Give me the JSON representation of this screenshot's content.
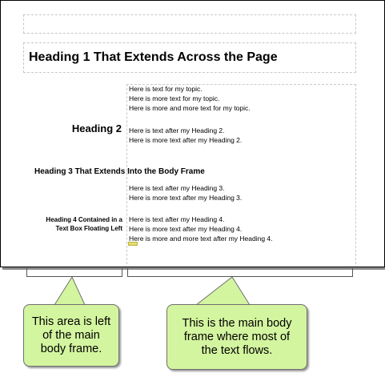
{
  "header_frame": {},
  "heading1": "Heading 1 That Extends Across the Page",
  "topic_lines": [
    "Here is text for my topic.",
    "Here is more text for my topic.",
    "Here is more and more text for my topic."
  ],
  "heading2": "Heading 2",
  "heading2_lines": [
    "Here is text after my Heading 2.",
    "Here is more text after my Heading 2."
  ],
  "heading3": "Heading 3 That Extends Into the Body Frame",
  "heading3_lines": [
    "Here is text after my Heading 3.",
    "Here is more text after my Heading 3."
  ],
  "heading4": [
    "Heading 4 Contained in a",
    "Text Box Floating Left"
  ],
  "heading4_lines": [
    "Here is text after my Heading 4.",
    "Here is more text after my Heading 4.",
    "Here is more and more text after my Heading 4."
  ],
  "callout_left": [
    "This area is left",
    "of the main",
    "body frame."
  ],
  "callout_right": [
    "This is the main body",
    "frame where most of",
    "the text flows."
  ],
  "colors": {
    "callout_fill": "#d4f5a0",
    "frame_dash": "#c8c8c8",
    "highlight": "#e6df6a"
  }
}
